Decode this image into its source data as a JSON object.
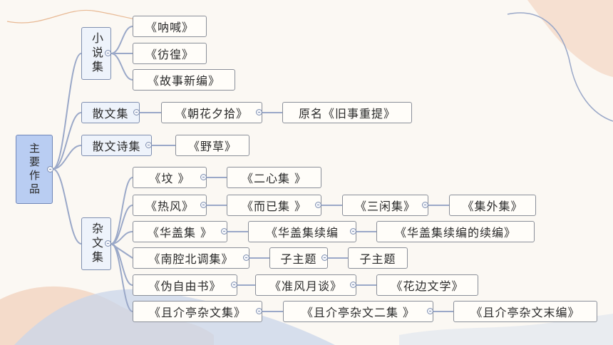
{
  "root": "主要作品",
  "categories": {
    "novels": "小说集",
    "prose": "散文集",
    "prose_poems": "散文诗集",
    "essays": "杂文集"
  },
  "novels": [
    "《呐喊》",
    "《彷徨》",
    "《故事新编》"
  ],
  "prose": {
    "work": "《朝花夕拾》",
    "note": "原名《旧事重提》"
  },
  "prose_poems": [
    "《野草》"
  ],
  "essays": {
    "row1": [
      "《坟 》",
      "《二心集 》"
    ],
    "row2": [
      "《热风》",
      "《而已集 》",
      "《三闲集》",
      "《集外集》"
    ],
    "row3": [
      "《华盖集 》",
      "《华盖集续编",
      "《华盖集续编的续编》"
    ],
    "row4": [
      "《南腔北调集》",
      "子主题",
      "子主题"
    ],
    "row5": [
      "《伪自由书》",
      "《准风月谈》",
      "《花边文学》"
    ],
    "row6": [
      "《且介亭杂文集》",
      "《且介亭杂文二集 》",
      "《且介亭杂文末编》"
    ]
  },
  "colors": {
    "root_fill": "#b9cdf2",
    "branch_line": "#9aa8c8",
    "peach": "#f3d3bf",
    "blue_wash": "#c9d6ea"
  }
}
